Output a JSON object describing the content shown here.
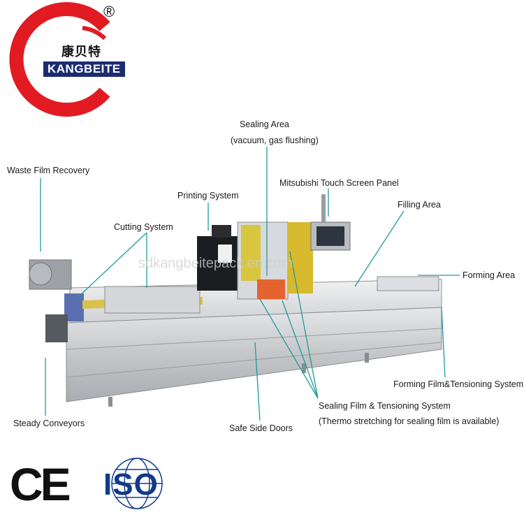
{
  "brand": {
    "name_cn": "康贝特",
    "name_en": "KANGBEITE",
    "registered_mark": "®",
    "primary_color": "#e21b23",
    "secondary_color": "#1c2c70"
  },
  "watermark": "sdkangbeitepack.en.com",
  "labels": {
    "sealing_area_1": "Sealing Area",
    "sealing_area_2": "(vacuum, gas flushing)",
    "waste_film": "Waste Film Recovery",
    "touch_screen": "Mitsubishi Touch Screen Panel",
    "printing": "Printing System",
    "filling": "Filling Area",
    "cutting": "Cutting System",
    "forming": "Forming Area",
    "forming_film": "Forming Film&Tensioning System",
    "sealing_film_1": "Sealing Film & Tensioning System",
    "sealing_film_2": "(Thermo stretching for sealing film is available)",
    "steady_conveyors": "Steady Conveyors",
    "safe_side_doors": "Safe Side Doors"
  },
  "certifications": {
    "ce": "CE",
    "iso": "ISO"
  },
  "colors": {
    "leader_line": "#1f9a9a",
    "machine_steel": "#c9cbce",
    "iso_blue": "#123a8a"
  }
}
